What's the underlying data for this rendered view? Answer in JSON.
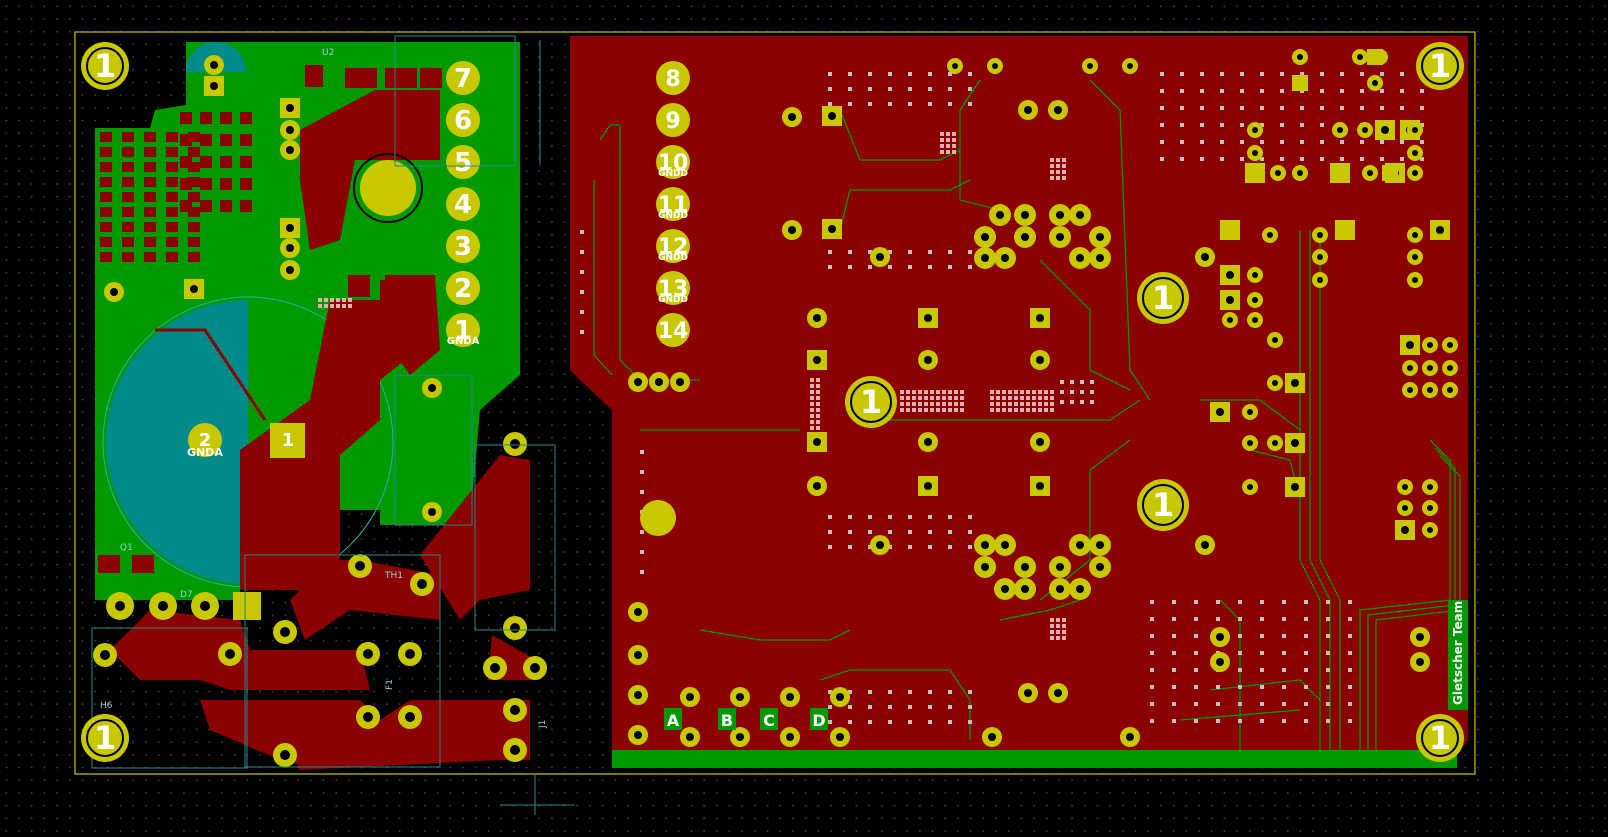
{
  "colors": {
    "background": "#000000",
    "front_copper": "#8b0000",
    "back_copper": "#009a00",
    "pad": "#c8c800",
    "edge_cuts": "#c8c800",
    "silkscreen_teal": "#008b8b"
  },
  "mounting_holes": [
    "1",
    "1",
    "1",
    "1",
    "1",
    "1",
    "1"
  ],
  "connector_left": [
    "7",
    "6",
    "5",
    "4",
    "3",
    "2",
    "1"
  ],
  "connector_left_net": "GNDA",
  "connector_center": [
    "8",
    "9",
    "10",
    "11",
    "12",
    "13",
    "14"
  ],
  "connector_center_nets": [
    "GNDD",
    "GNDD",
    "GNDD",
    "GNDD"
  ],
  "cap_pads": [
    "2",
    "1"
  ],
  "cap_pad_net": "GNDA",
  "header_letters": [
    "A",
    "B",
    "C",
    "D"
  ],
  "refdes": {
    "th1": "TH1",
    "d7": "D7",
    "h6": "H6",
    "u2": "U2",
    "q": "Q1",
    "j1": "J1",
    "f1": "F1"
  },
  "board_vertical_text": "Gletscher Team"
}
